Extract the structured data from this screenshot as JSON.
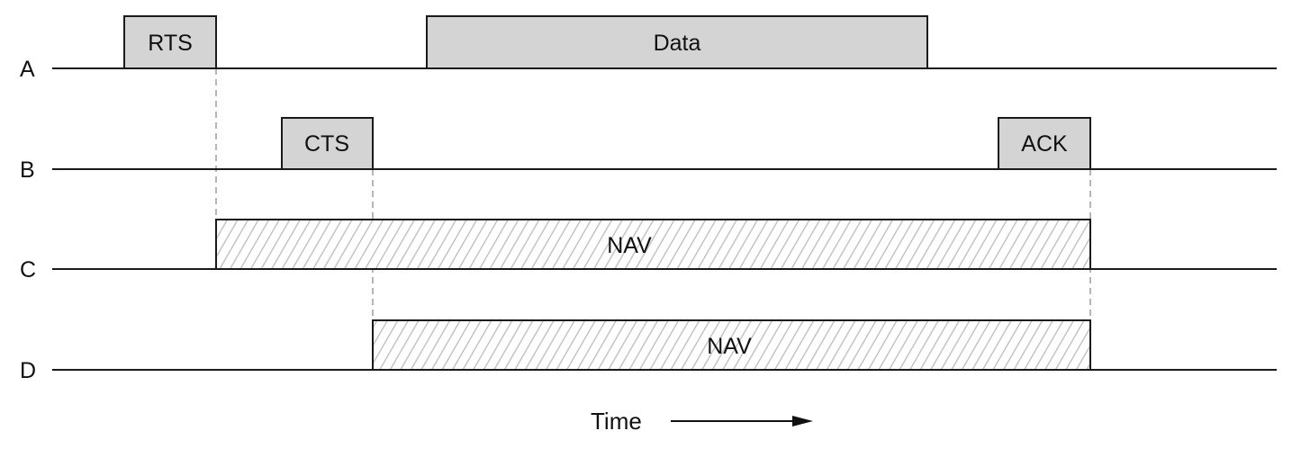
{
  "stations": [
    {
      "label": "A"
    },
    {
      "label": "B"
    },
    {
      "label": "C"
    },
    {
      "label": "D"
    }
  ],
  "frames": [
    {
      "station": "A",
      "label": "RTS",
      "kind": "frame"
    },
    {
      "station": "A",
      "label": "Data",
      "kind": "frame"
    },
    {
      "station": "B",
      "label": "CTS",
      "kind": "frame"
    },
    {
      "station": "B",
      "label": "ACK",
      "kind": "frame"
    },
    {
      "station": "C",
      "label": "NAV",
      "kind": "nav"
    },
    {
      "station": "D",
      "label": "NAV",
      "kind": "nav"
    }
  ],
  "time_axis": {
    "label": "Time"
  },
  "colors": {
    "frame_fill": "#d4d4d4",
    "hatch": "#c4c4c4",
    "line": "#1a1a1a",
    "guide": "#8f8f8f"
  }
}
